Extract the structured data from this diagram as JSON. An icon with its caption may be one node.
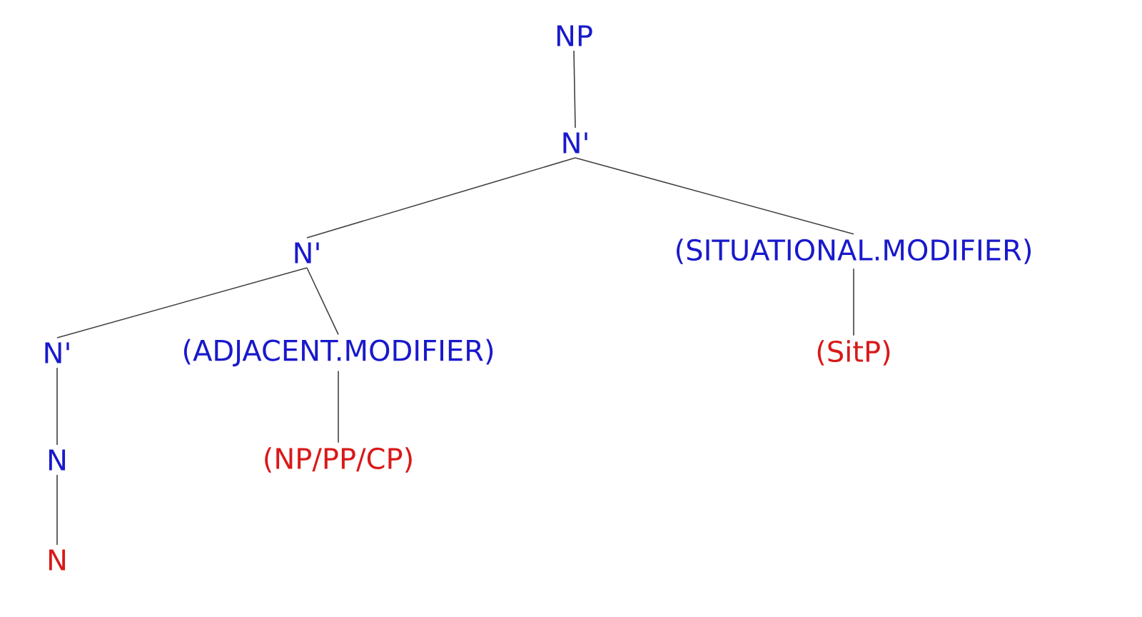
{
  "diagram": {
    "nodes": [
      {
        "text": [
          "NP"
        ]
      },
      {
        "text": [
          "N'"
        ]
      },
      {
        "text": [
          "N'"
        ]
      },
      {
        "text": [
          "(SITUATIONAL.MODIFIER)"
        ]
      },
      {
        "text": [
          "N'"
        ]
      },
      {
        "text": [
          "(ADJACENT.MODIFIER)"
        ]
      },
      {
        "text": [
          "(SitP)"
        ]
      },
      {
        "text": [
          "N"
        ]
      },
      {
        "text": [
          "(NP/PP/CP)"
        ]
      },
      {
        "text": [
          "N"
        ]
      }
    ],
    "edges": [
      {
        "from": 0,
        "to": 1,
        "arrow": "none"
      },
      {
        "from": 1,
        "to": 2,
        "arrow": "none"
      },
      {
        "from": 1,
        "to": 3,
        "arrow": "none"
      },
      {
        "from": 2,
        "to": 4,
        "arrow": "none"
      },
      {
        "from": 2,
        "to": 5,
        "arrow": "none"
      },
      {
        "from": 3,
        "to": 6,
        "arrow": "none"
      },
      {
        "from": 4,
        "to": 7,
        "arrow": "none"
      },
      {
        "from": 5,
        "to": 8,
        "arrow": "none"
      },
      {
        "from": 7,
        "to": 9,
        "arrow": "none"
      }
    ]
  }
}
